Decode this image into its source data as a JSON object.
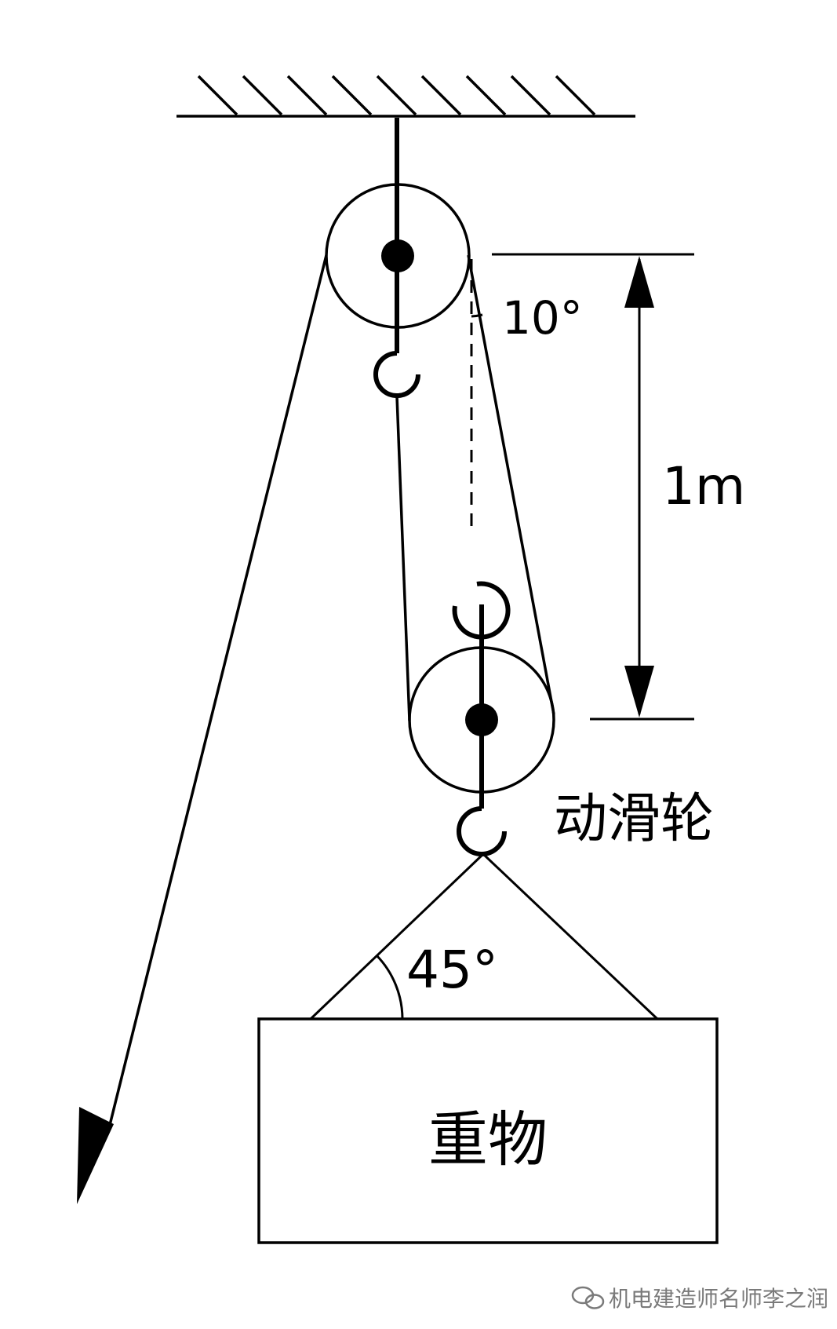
{
  "labels": {
    "angle_top": "10°",
    "distance": "1m",
    "movable_pulley": "动滑轮",
    "angle_sling": "45°",
    "load": "重物"
  },
  "watermark": {
    "text": "机电建造师名师李之润"
  },
  "colors": {
    "stroke": "#000000",
    "background": "#ffffff",
    "watermark": "#7a7a7a"
  }
}
